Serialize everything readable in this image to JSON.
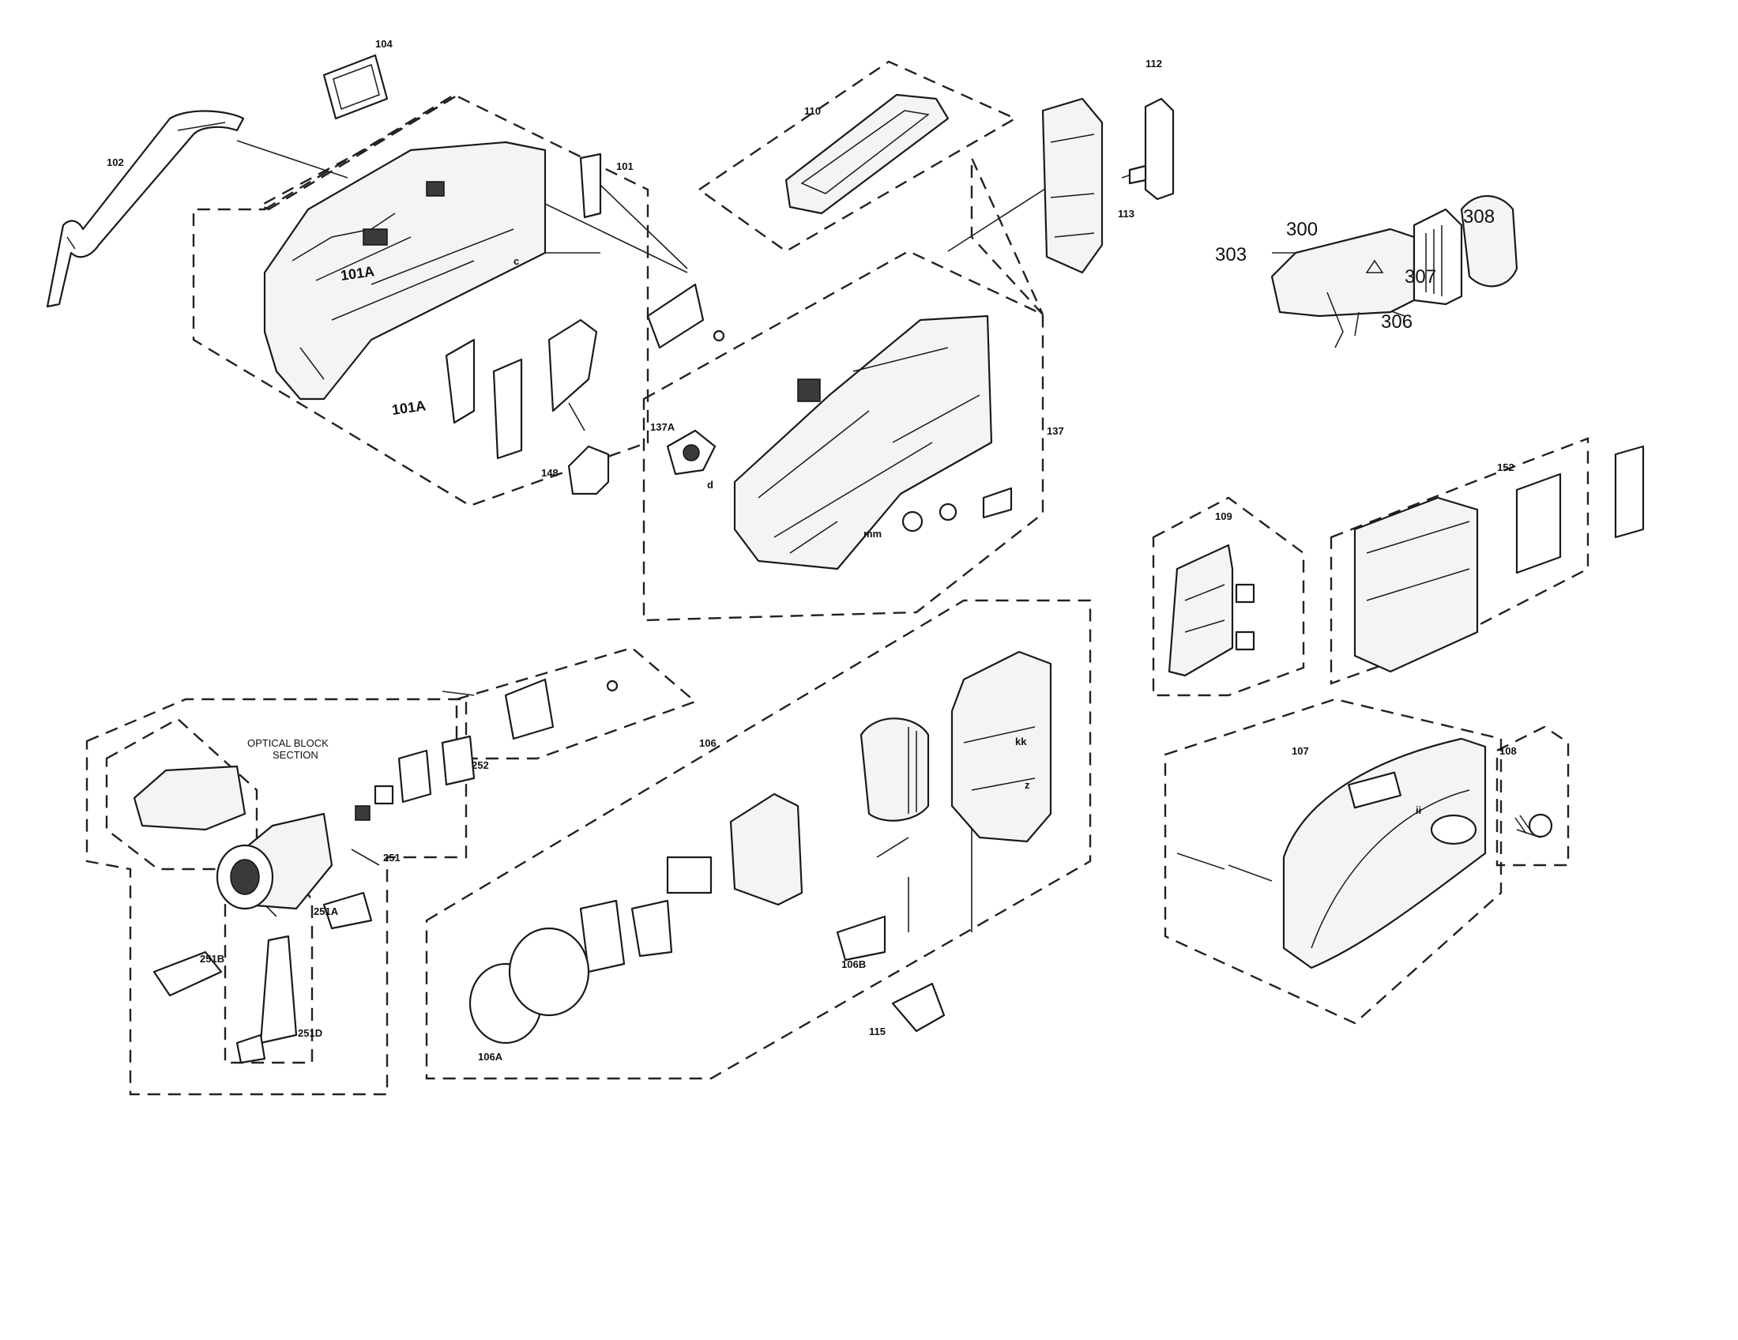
{
  "section_title_line1": "OPTICAL BLOCK",
  "section_title_line2": "SECTION",
  "callouts": {
    "p101": "101",
    "p101a_1": "101A",
    "p101a_2": "101A",
    "p102": "102",
    "p104": "104",
    "p106": "106",
    "p106a": "106A",
    "p106b": "106B",
    "p107": "107",
    "p108": "108",
    "p109": "109",
    "p110": "110",
    "p112": "112",
    "p113": "113",
    "p115": "115",
    "p137": "137",
    "p137a": "137A",
    "p148": "148",
    "p152": "152",
    "p251": "251",
    "p251a": "251A",
    "p251b": "251B",
    "p251d": "251D",
    "p252": "252",
    "p300": "300",
    "p303": "303",
    "p306": "306",
    "p307": "307",
    "p308": "308"
  },
  "reference_marks": {
    "c": "c",
    "d": "d",
    "mm": "mm",
    "kk": "kk",
    "z": "z",
    "ii": "ii"
  }
}
